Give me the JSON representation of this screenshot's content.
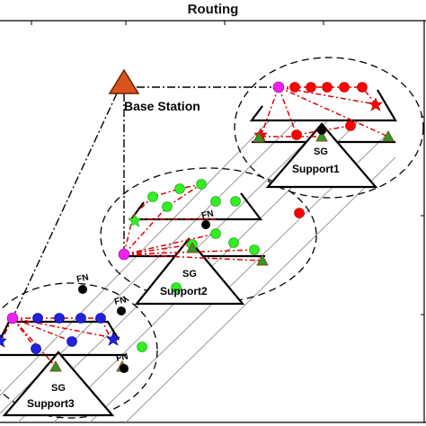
{
  "title": "Routing",
  "labels": {
    "base_station": "Base Station",
    "sg1": "SG",
    "support1": "Support1",
    "sg2": "SG",
    "support2": "Support2",
    "sg3": "SG",
    "support3": "Support3",
    "fn": "FN"
  },
  "colors": {
    "cluster1_nodes": "#ff0000",
    "cluster2_nodes": "#33ee22",
    "cluster3_nodes": "#2222dd",
    "cluster_head": "#ee22ee",
    "base_station": "#d9531e",
    "fog_node": "#000000",
    "sensor_marker": "#2a9a2a",
    "link_route": "#dd0000"
  }
}
